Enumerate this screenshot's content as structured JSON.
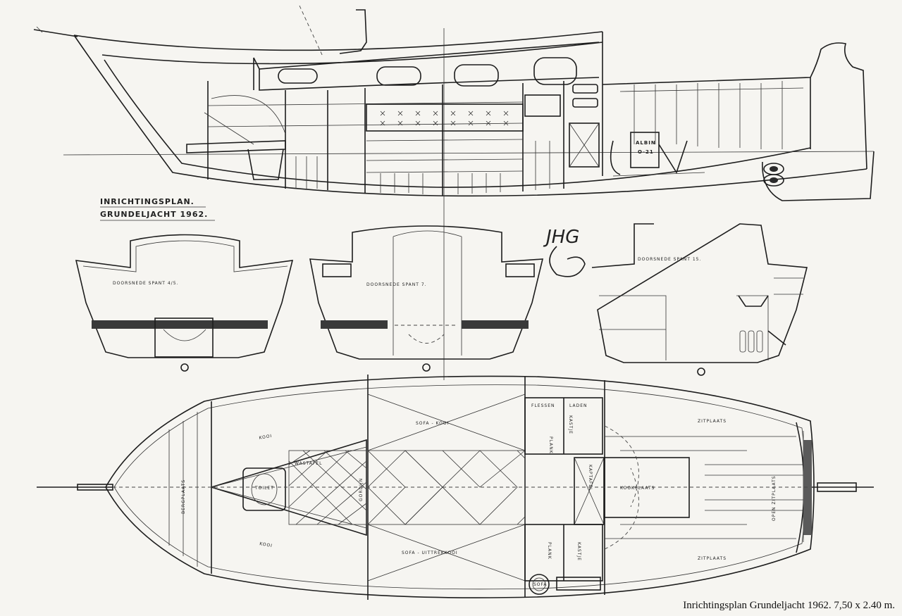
{
  "drawing": {
    "title_line1": "INRICHTINGSPLAN.",
    "title_line2": "GRUNDELJACHT 1962.",
    "signature": "JHG",
    "engine": {
      "line1": "ALBIN",
      "line2": "O-21"
    }
  },
  "sections": [
    {
      "label": "DOORSNEDE SPANT 4/5."
    },
    {
      "label": "DOORSNEDE SPANT 7."
    },
    {
      "label": "DOORSNEDE SPANT 15."
    }
  ],
  "plan_labels": {
    "kooi_top": "KOOI",
    "kooi_bottom": "KOOI",
    "bergplaats_left": "BERGPLAATS",
    "toilet": "TOILET",
    "wastafel": "WASTAFEL",
    "gordijn": "GORDIJN",
    "sofa_kooi": "SOFA - KOOI",
    "sofa_uittrekkooi": "SOFA - UITTREKKOOI",
    "plank_top": "PLANK",
    "kastje_top": "KASTJE",
    "flessen": "FLESSEN",
    "laden": "LADEN",
    "plank_bottom": "PLANK",
    "kastje_bottom": "KASTJE",
    "kaptafel": "KAPTAFEL",
    "kookplaats": "KOOKPLAATS",
    "zitplaats_top": "ZITPLAATS",
    "zitplaats_bottom": "ZITPLAATS",
    "open_zitplaats": "OPEN ZITPLAATS",
    "sofa": "SOFA"
  },
  "caption": "Inrichtingsplan Grundeljacht 1962. 7,50 x 2.40 m."
}
